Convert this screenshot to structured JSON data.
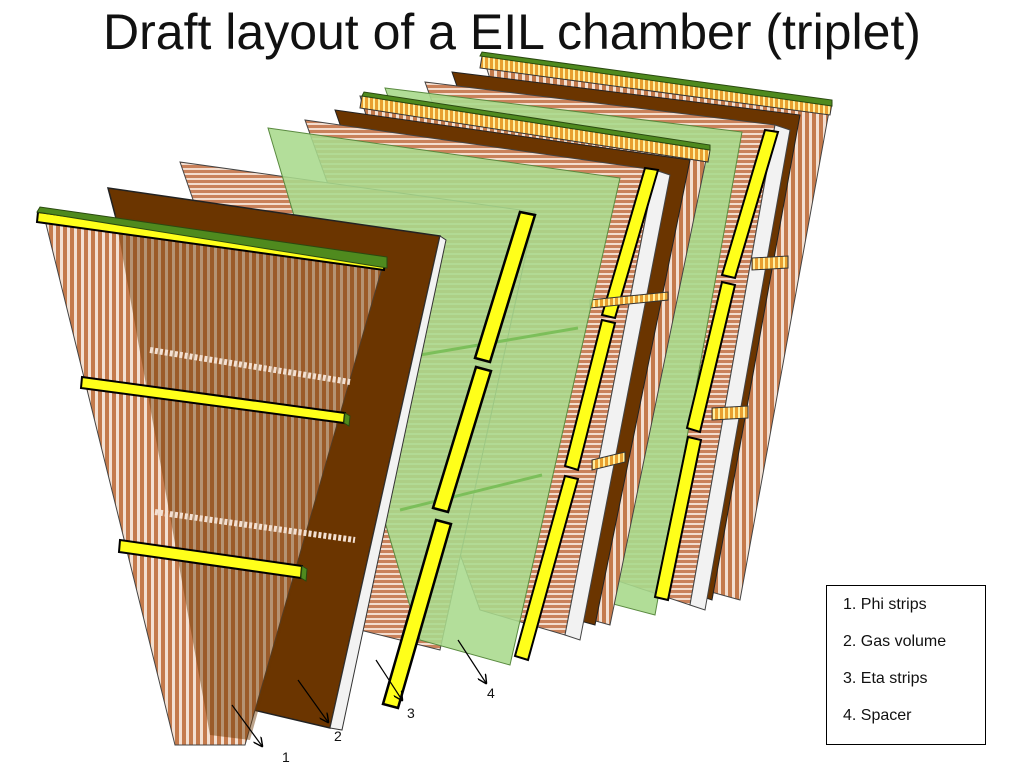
{
  "title": "Draft layout of a EIL chamber (triplet)",
  "colors": {
    "phi_strips": "#c47a4c",
    "gas_volume": "#6b3500",
    "eta_strips": "#c9815a",
    "spacer": "#a9d98c",
    "support_bar": "#ffff1a",
    "bar_cap": "#4f8a1e"
  },
  "callouts": [
    {
      "label": "1"
    },
    {
      "label": "2"
    },
    {
      "label": "3"
    },
    {
      "label": "4"
    }
  ],
  "legend": {
    "items": [
      "1. Phi strips",
      "2. Gas volume",
      "3. Eta strips",
      "4. Spacer"
    ]
  }
}
